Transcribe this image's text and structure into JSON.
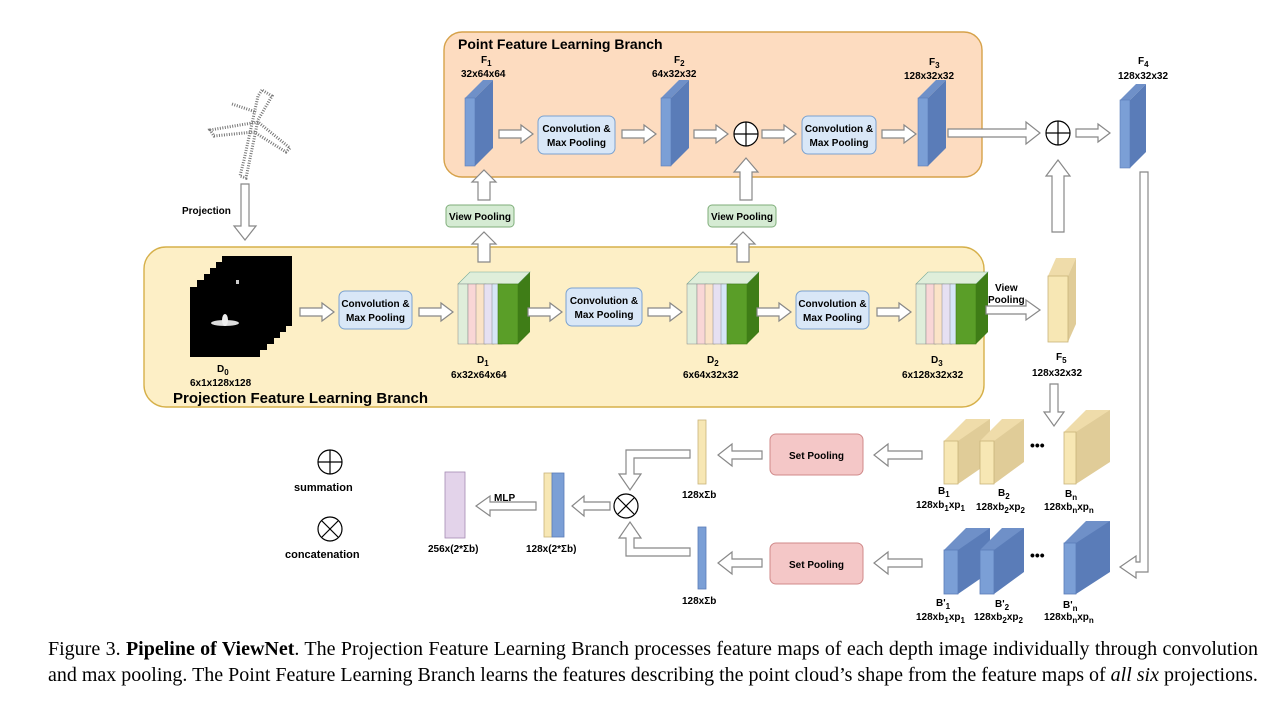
{
  "branches": {
    "point_title": "Point Feature Learning Branch",
    "projection_title": "Projection Feature Learning Branch"
  },
  "boxes": {
    "conv_line1": "Convolution &",
    "conv_line2": "Max Pooling",
    "view_pooling": "View Pooling",
    "view_pooling_free_line1": "View",
    "view_pooling_free_line2": "Pooling",
    "set_pooling": "Set Pooling",
    "mlp": "MLP",
    "projection": "Projection"
  },
  "features": {
    "F1": {
      "name": "F",
      "sub": "1",
      "dims": "32x64x64"
    },
    "F2": {
      "name": "F",
      "sub": "2",
      "dims": "64x32x32"
    },
    "F3": {
      "name": "F",
      "sub": "3",
      "dims": "128x32x32"
    },
    "F4": {
      "name": "F",
      "sub": "4",
      "dims": "128x32x32"
    },
    "F5": {
      "name": "F",
      "sub": "5",
      "dims": "128x32x32"
    },
    "D0": {
      "name": "D",
      "sub": "0",
      "dims": "6x1x128x128"
    },
    "D1": {
      "name": "D",
      "sub": "1",
      "dims": "6x32x64x64"
    },
    "D2": {
      "name": "D",
      "sub": "2",
      "dims": "6x64x32x32"
    },
    "D3": {
      "name": "D",
      "sub": "3",
      "dims": "6x128x32x32"
    }
  },
  "sets": {
    "B1": {
      "name": "B",
      "sub": "1",
      "dims_a": "128xb",
      "dims_sub1": "1",
      "dims_b": "xp",
      "dims_sub2": "1"
    },
    "B2": {
      "name": "B",
      "sub": "2",
      "dims_a": "128xb",
      "dims_sub1": "2",
      "dims_b": "xp",
      "dims_sub2": "2"
    },
    "Bn": {
      "name": "B",
      "sub": "n",
      "dims_a": "128xb",
      "dims_sub1": "n",
      "dims_b": "xp",
      "dims_sub2": "n"
    },
    "Bp1": {
      "name": "B'",
      "sub": "1",
      "dims_a": "128xb",
      "dims_sub1": "1",
      "dims_b": "xp",
      "dims_sub2": "1"
    },
    "Bp2": {
      "name": "B'",
      "sub": "2",
      "dims_a": "128xb",
      "dims_sub1": "2",
      "dims_b": "xp",
      "dims_sub2": "2"
    },
    "Bpn": {
      "name": "B'",
      "sub": "n",
      "dims_a": "128xb",
      "dims_sub1": "n",
      "dims_b": "xp",
      "dims_sub2": "n"
    },
    "ellipsis": "•••"
  },
  "outputs": {
    "set_top_dims": "128xΣb",
    "set_bot_dims": "128xΣb",
    "concat_dims": "128x(2*Σb)",
    "final_dims": "256x(2*Σb)"
  },
  "legend": {
    "summation": "summation",
    "concatenation": "concatenation"
  },
  "caption": {
    "prefix": "Figure 3.",
    "title": "Pipeline of ViewNet",
    "text1": ". The Projection Feature Learning Branch processes feature maps of each depth image individually through convolution and max pooling. The Point Feature Learning Branch learns the features describing the point cloud’s shape from the feature maps of ",
    "italic": "all six",
    "text2": " projections."
  },
  "colors": {
    "point_branch_bg": "#fddcc0",
    "point_branch_border": "#d6a24a",
    "proj_branch_bg": "#fdefc6",
    "proj_branch_border": "#d6b04a",
    "feature_blue": "#7b9fd6",
    "feature_yellow": "#f7e7b4",
    "conv_box": "#d9e7f7",
    "view_pool_box": "#d5ebd3",
    "set_pool_box": "#f4c7c7",
    "final_purple": "#e3d3ea",
    "green_layer": "#5a9e28"
  }
}
